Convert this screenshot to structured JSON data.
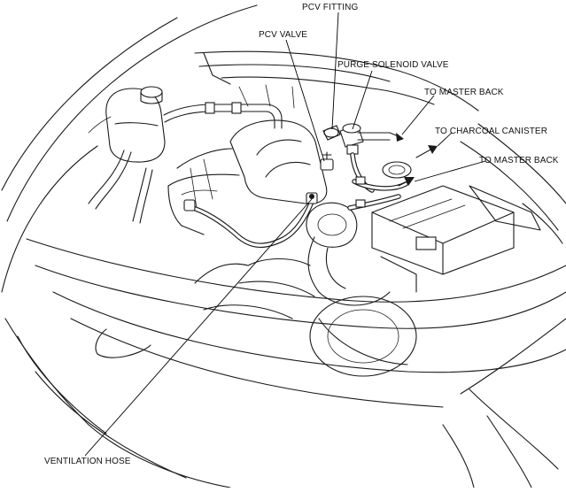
{
  "labels": {
    "pcv_fitting": "PCV FITTING",
    "pcv_valve": "PCV VALVE",
    "purge_solenoid_valve": "PURGE SOLENOID VALVE",
    "to_master_back_1": "TO MASTER BACK",
    "to_charcoal_canister": "TO CHARCOAL CANISTER",
    "to_master_back_2": "TO MASTER BACK",
    "ventilation_hose": "VENTILATION HOSE"
  }
}
